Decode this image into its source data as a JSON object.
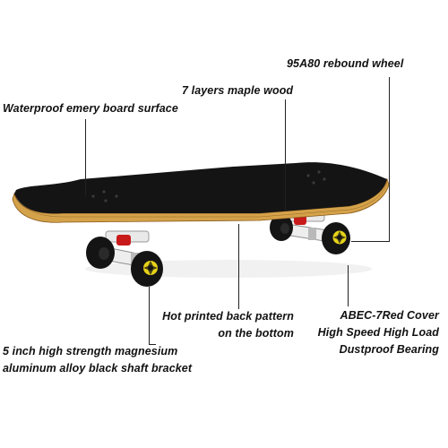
{
  "callouts": {
    "rebound_wheel": "95A80 rebound wheel",
    "maple_wood": "7 layers maple wood",
    "emery_surface": "Waterproof emery board surface",
    "back_pattern_line1": "Hot printed back pattern",
    "back_pattern_line2": "on the bottom",
    "bearing_line1": "ABEC-7Red Cover",
    "bearing_line2": "High Speed High Load",
    "bearing_line3": "Dustproof Bearing",
    "bracket_line1": "5 inch high strength magnesium",
    "bracket_line2": "aluminum alloy black shaft bracket"
  },
  "colors": {
    "deck_top": "#141414",
    "deck_edge": "#d4a24a",
    "wheel": "#141414",
    "wheel_hub": "#e7d21a",
    "truck": "#e9e9e9",
    "bushing": "#c81a1a"
  }
}
